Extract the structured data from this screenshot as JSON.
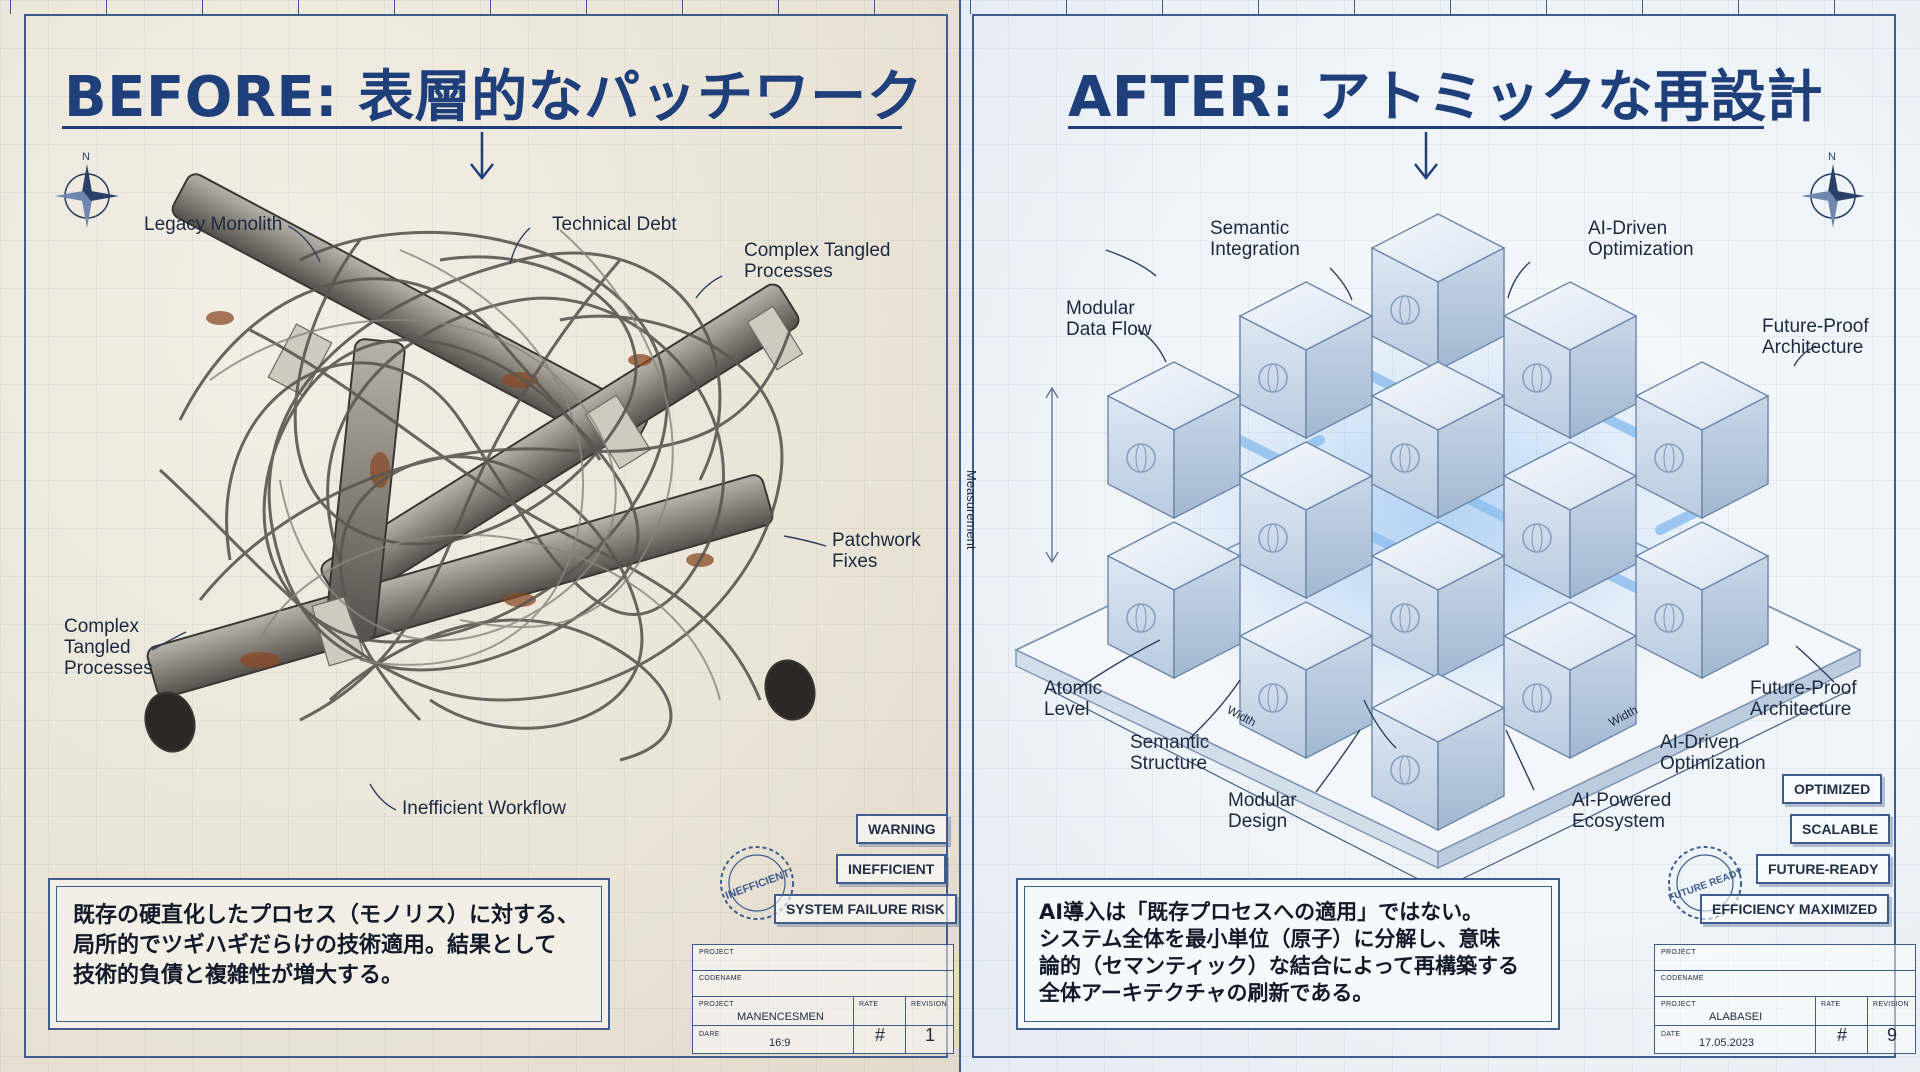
{
  "before": {
    "headline": "BEFORE: 表層的なパッチワーク",
    "compass_letter": "N",
    "callouts": {
      "legacy_monolith": "Legacy Monolith",
      "technical_debt": "Technical Debt",
      "complex_tangled_top": "Complex Tangled\nProcesses",
      "patchwork_fixes": "Patchwork\nFixes",
      "complex_tangled_left": "Complex\nTangled\nProcesses",
      "inefficient_workflow": "Inefficient Workflow"
    },
    "description": "既存の硬直化したプロセス（モノリス）に対する、\n局所的でツギハギだらけの技術適用。結果として\n技術的負債と複雑性が増大する。",
    "badges": {
      "warning": "WARNING",
      "inefficient": "INEFFICIENT",
      "system_failure_risk": "SYSTEM FAILURE RISK"
    },
    "stamp_text": "INEFFICIENT",
    "title_block": {
      "project_label": "PROJECT",
      "codename_label": "CODENAME",
      "project2_label": "PROJECT",
      "project2_value": "MANENCESMEN",
      "date_label": "DARE",
      "date_value": "16:9",
      "rate_label": "RATE",
      "rate_value": "#",
      "revision_label": "REVISION",
      "revision_value": "1"
    }
  },
  "after": {
    "headline": "AFTER: アトミックな再設計",
    "compass_letter": "N",
    "callouts": {
      "semantic_integration": "Semantic\nIntegration",
      "ai_driven_top": "AI-Driven\nOptimization",
      "modular_data_flow": "Modular\nData Flow",
      "future_proof_top": "Future-Proof\nArchitecture",
      "measurement": "Measurement",
      "atomic_level": "Atomic\nLevel",
      "semantic_structure": "Semantic\nStructure",
      "modular_design": "Modular\nDesign",
      "ai_powered": "AI-Powered\nEcosystem",
      "ai_driven_bottom": "AI-Driven\nOptimization",
      "future_proof_bottom": "Future-Proof\nArchitecture",
      "width_left": "Width",
      "width_right": "Width"
    },
    "description": "AI導入は「既存プロセスへの適用」ではない。\nシステム全体を最小単位（原子）に分解し、意味\n論的（セマンティック）な結合によって再構築する\n全体アーキテクチャの刷新である。",
    "badges": {
      "optimized": "OPTIMIZED",
      "scalable": "SCALABLE",
      "future_ready": "FUTURE-READY",
      "efficiency_maximized": "EFFICIENCY MAXIMIZED"
    },
    "stamp_text": "FUTURE READY",
    "title_block": {
      "project_label": "PROJECT",
      "codename_label": "CODENAME",
      "project2_label": "PROJECT",
      "project2_value": "ALABASEI",
      "date_label": "DATE",
      "date_value": "17.05.2023",
      "rate_label": "RATE",
      "rate_value": "#",
      "revision_label": "REVISION",
      "revision_value": "9"
    }
  }
}
